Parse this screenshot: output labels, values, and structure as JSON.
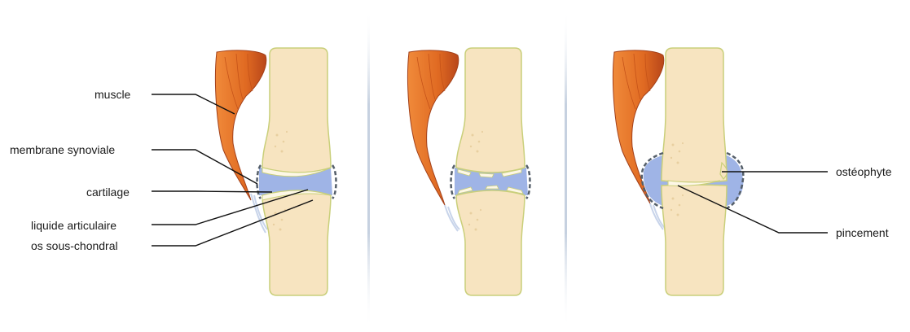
{
  "labels": {
    "muscle": "muscle",
    "membrane": "membrane synoviale",
    "cartilage": "cartilage",
    "liquide": "liquide articulaire",
    "os": "os sous-chondral",
    "osteophyte": "ostéophyte",
    "pincement": "pincement"
  },
  "colors": {
    "bone_fill": "#f7e4c0",
    "bone_stroke": "#c9cf7a",
    "muscle_dark": "#c9541a",
    "muscle_light": "#f08a3a",
    "synovial_fluid": "#9fb4e6",
    "membrane_dash": "#555f6a",
    "divider": "#c6d1e0",
    "tendon": "#c8d4ea",
    "leader_line": "#111111"
  }
}
